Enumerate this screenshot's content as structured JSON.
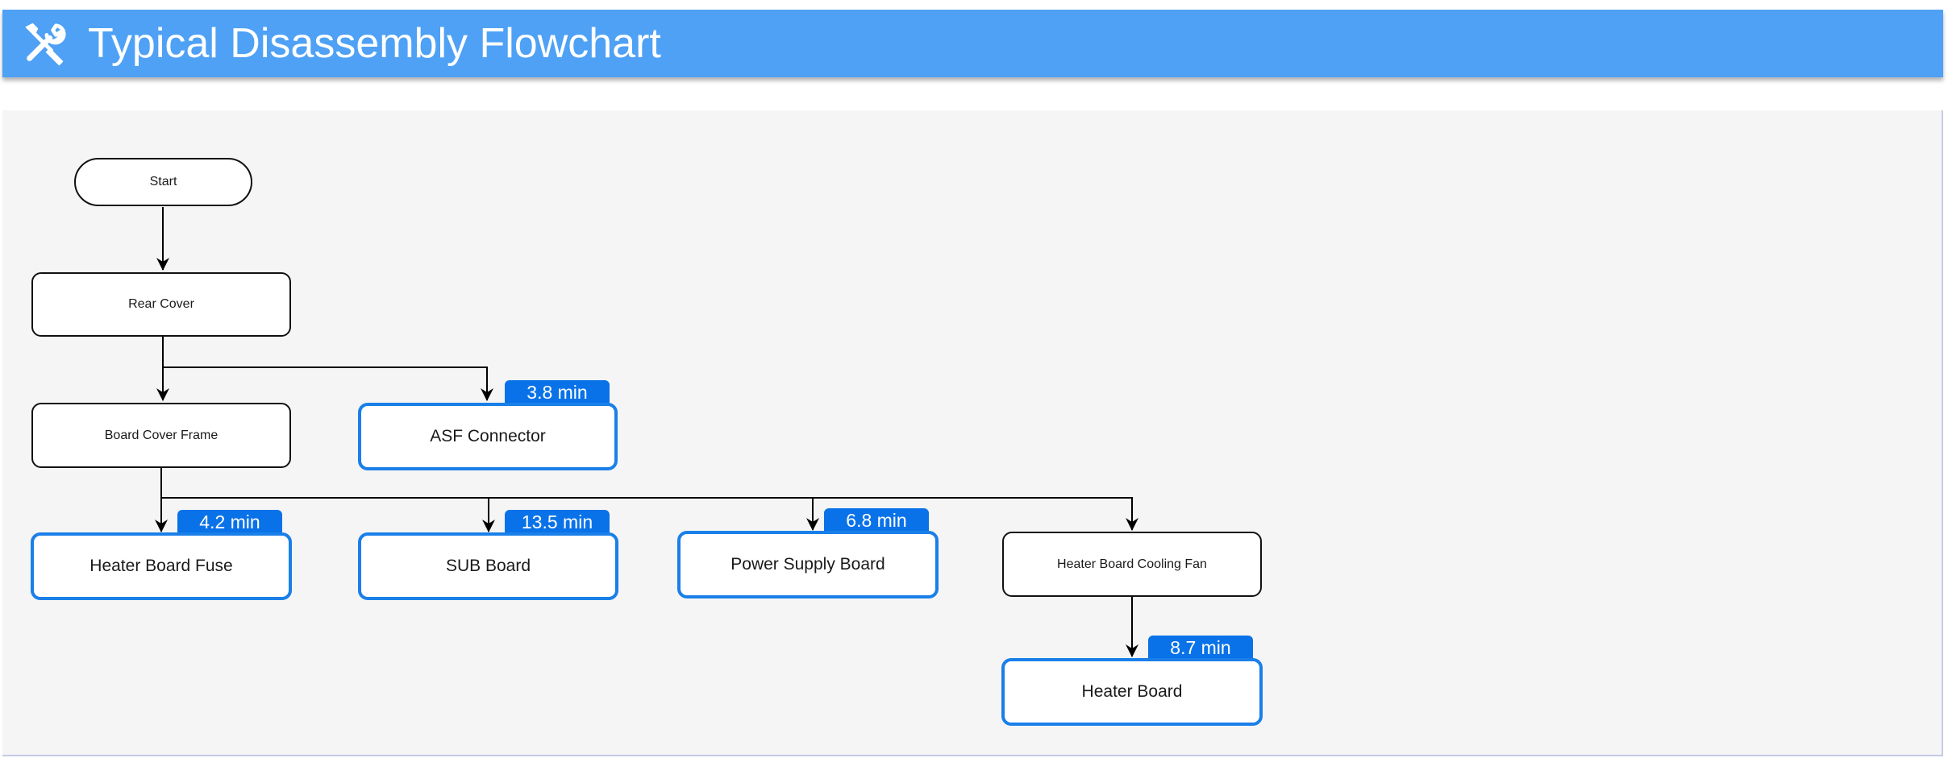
{
  "header": {
    "title": "Typical Disassembly Flowchart",
    "icon": "tools-icon",
    "background": "#4ea1f5"
  },
  "colors": {
    "timed_border": "#1a7fe8",
    "badge": "#0a72e8",
    "canvas": "#f5f5f5",
    "line": "#000000"
  },
  "flowchart": {
    "nodes": [
      {
        "id": "start",
        "label": "Start",
        "shape": "terminal"
      },
      {
        "id": "rear-cover",
        "label": "Rear Cover",
        "shape": "process"
      },
      {
        "id": "board-cover-frame",
        "label": "Board Cover Frame",
        "shape": "process"
      },
      {
        "id": "asf-connector",
        "label": "ASF Connector",
        "shape": "process",
        "time": "3.8 min"
      },
      {
        "id": "heater-board-fuse",
        "label": "Heater Board Fuse",
        "shape": "process",
        "time": "4.2 min"
      },
      {
        "id": "sub-board",
        "label": "SUB Board",
        "shape": "process",
        "time": "13.5 min"
      },
      {
        "id": "power-supply-board",
        "label": "Power Supply Board",
        "shape": "process",
        "time": "6.8 min"
      },
      {
        "id": "heater-board-cooling-fan",
        "label": "Heater Board Cooling Fan",
        "shape": "process"
      },
      {
        "id": "heater-board",
        "label": "Heater Board",
        "shape": "process",
        "time": "8.7 min"
      }
    ],
    "edges": [
      {
        "from": "start",
        "to": "rear-cover"
      },
      {
        "from": "rear-cover",
        "to": "board-cover-frame"
      },
      {
        "from": "rear-cover",
        "to": "asf-connector"
      },
      {
        "from": "board-cover-frame",
        "to": "heater-board-fuse"
      },
      {
        "from": "board-cover-frame",
        "to": "sub-board"
      },
      {
        "from": "board-cover-frame",
        "to": "power-supply-board"
      },
      {
        "from": "board-cover-frame",
        "to": "heater-board-cooling-fan"
      },
      {
        "from": "heater-board-cooling-fan",
        "to": "heater-board"
      }
    ]
  }
}
